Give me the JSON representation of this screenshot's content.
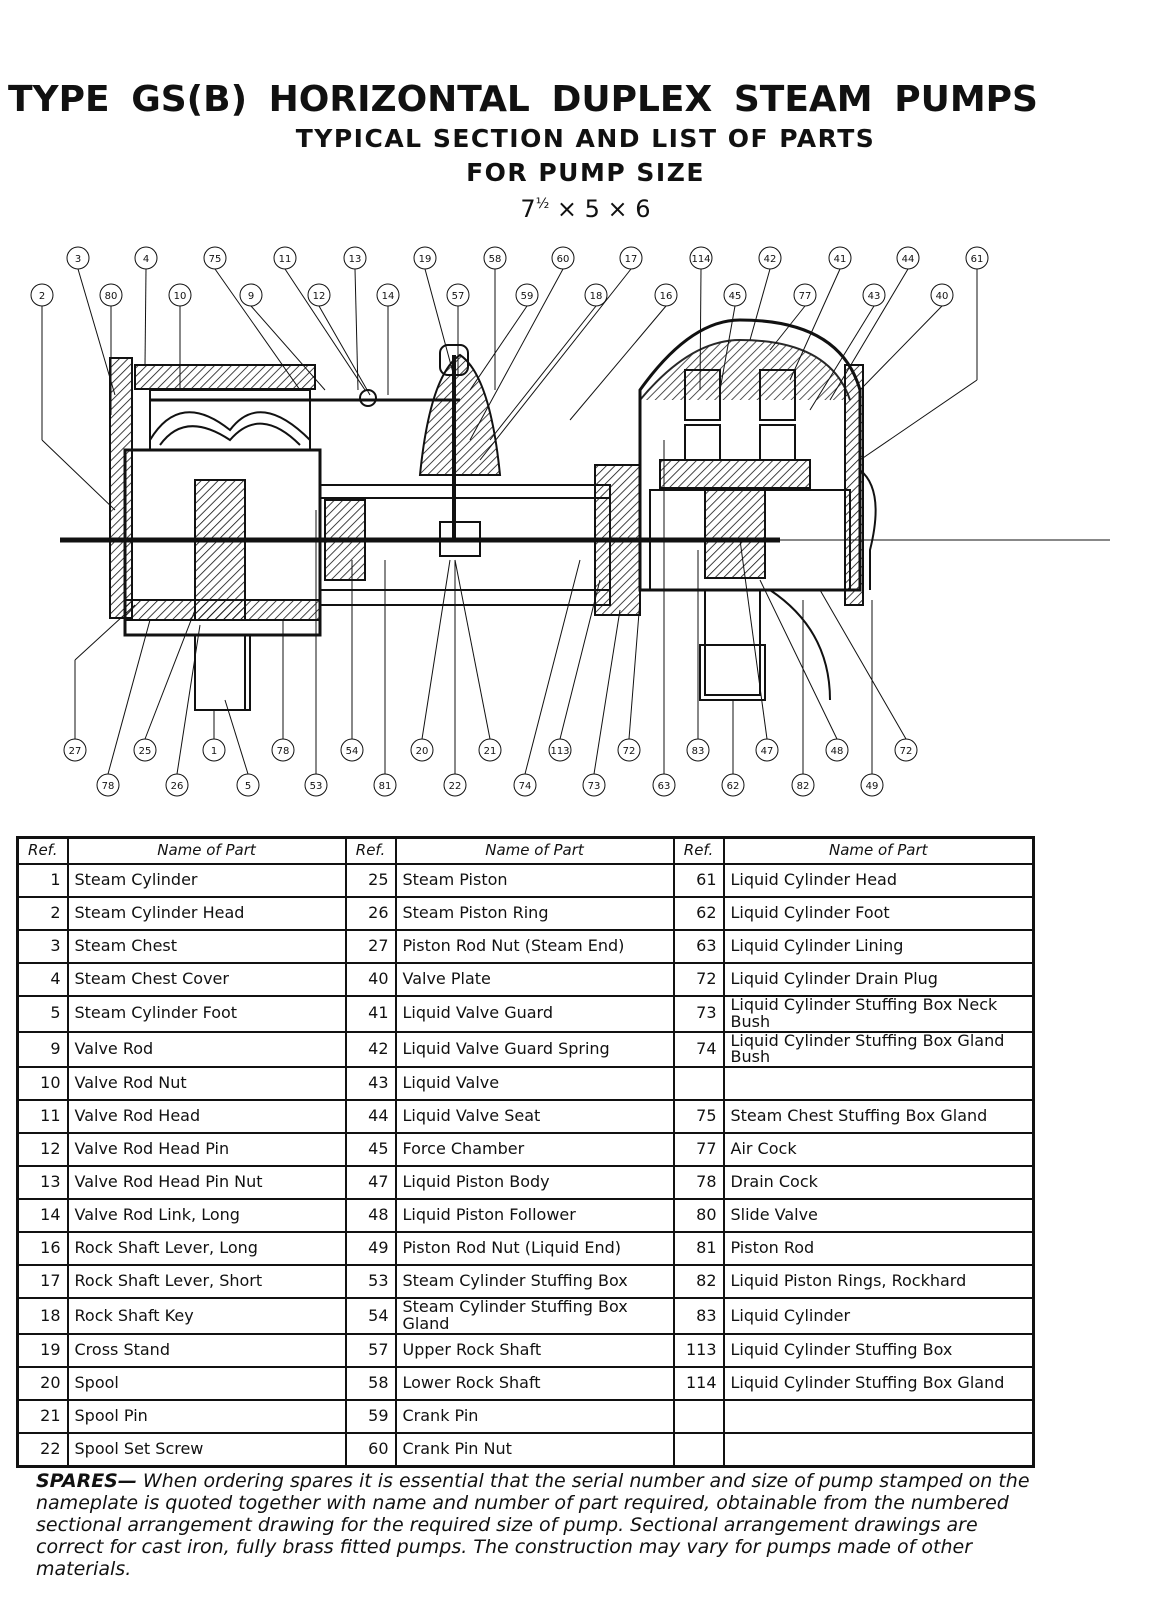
{
  "header": {
    "title_words": [
      "TYPE",
      "GS(B)",
      "HORIZONTAL",
      "DUPLEX",
      "STEAM",
      "PUMPS"
    ],
    "subtitle_1": "TYPICAL SECTION AND LIST OF PARTS",
    "subtitle_2": "FOR PUMP SIZE",
    "size_whole": "7",
    "size_frac": "½",
    "size_rest": " × 5 × 6"
  },
  "drawing": {
    "top_callouts": [
      "3",
      "4",
      "75",
      "11",
      "13",
      "19",
      "58",
      "60",
      "17",
      "114",
      "42",
      "41",
      "44",
      "61"
    ],
    "upper_callouts": [
      "2",
      "80",
      "10",
      "9",
      "12",
      "14",
      "57",
      "59",
      "18",
      "16",
      "45",
      "77",
      "43",
      "40"
    ],
    "lower_callouts": [
      "27",
      "25",
      "1",
      "78",
      "54",
      "20",
      "21",
      "113",
      "72",
      "83",
      "47",
      "48",
      "72"
    ],
    "bottom_callouts": [
      "78",
      "26",
      "5",
      "53",
      "81",
      "22",
      "74",
      "73",
      "63",
      "62",
      "82",
      "49"
    ]
  },
  "table": {
    "headers": {
      "ref": "Ref.",
      "name": "Name of Part"
    },
    "rows": [
      [
        {
          "ref": "1",
          "name": "Steam Cylinder"
        },
        {
          "ref": "25",
          "name": "Steam Piston"
        },
        {
          "ref": "61",
          "name": "Liquid Cylinder Head"
        }
      ],
      [
        {
          "ref": "2",
          "name": "Steam Cylinder Head"
        },
        {
          "ref": "26",
          "name": "Steam Piston Ring"
        },
        {
          "ref": "62",
          "name": "Liquid Cylinder Foot"
        }
      ],
      [
        {
          "ref": "3",
          "name": "Steam Chest"
        },
        {
          "ref": "27",
          "name": "Piston Rod Nut (Steam End)"
        },
        {
          "ref": "63",
          "name": "Liquid Cylinder Lining"
        }
      ],
      [
        {
          "ref": "4",
          "name": "Steam Chest Cover"
        },
        {
          "ref": "40",
          "name": "Valve Plate"
        },
        {
          "ref": "72",
          "name": "Liquid Cylinder Drain Plug"
        }
      ],
      [
        {
          "ref": "5",
          "name": "Steam Cylinder Foot"
        },
        {
          "ref": "41",
          "name": "Liquid Valve Guard"
        },
        {
          "ref": "73",
          "name": "Liquid Cylinder Stuffing Box Neck Bush"
        }
      ],
      [
        {
          "ref": "9",
          "name": "Valve Rod"
        },
        {
          "ref": "42",
          "name": "Liquid Valve Guard Spring"
        },
        {
          "ref": "74",
          "name": "Liquid Cylinder Stuffing Box Gland Bush"
        }
      ],
      [
        {
          "ref": "10",
          "name": "Valve Rod Nut"
        },
        {
          "ref": "43",
          "name": "Liquid Valve"
        },
        {
          "ref": "",
          "name": ""
        }
      ],
      [
        {
          "ref": "11",
          "name": "Valve Rod Head"
        },
        {
          "ref": "44",
          "name": "Liquid Valve Seat"
        },
        {
          "ref": "75",
          "name": "Steam Chest Stuffing Box Gland"
        }
      ],
      [
        {
          "ref": "12",
          "name": "Valve Rod Head Pin"
        },
        {
          "ref": "45",
          "name": "Force Chamber"
        },
        {
          "ref": "77",
          "name": "Air Cock"
        }
      ],
      [
        {
          "ref": "13",
          "name": "Valve Rod Head Pin Nut"
        },
        {
          "ref": "47",
          "name": "Liquid Piston Body"
        },
        {
          "ref": "78",
          "name": "Drain Cock"
        }
      ],
      [
        {
          "ref": "14",
          "name": "Valve Rod Link, Long"
        },
        {
          "ref": "48",
          "name": "Liquid Piston Follower"
        },
        {
          "ref": "80",
          "name": "Slide Valve"
        }
      ],
      [
        {
          "ref": "16",
          "name": "Rock Shaft Lever, Long"
        },
        {
          "ref": "49",
          "name": "Piston Rod Nut (Liquid End)"
        },
        {
          "ref": "81",
          "name": "Piston Rod"
        }
      ],
      [
        {
          "ref": "17",
          "name": "Rock Shaft Lever, Short"
        },
        {
          "ref": "53",
          "name": "Steam Cylinder Stuffing Box"
        },
        {
          "ref": "82",
          "name": "Liquid Piston Rings, Rockhard"
        }
      ],
      [
        {
          "ref": "18",
          "name": "Rock Shaft Key"
        },
        {
          "ref": "54",
          "name": "Steam Cylinder Stuffing Box Gland"
        },
        {
          "ref": "83",
          "name": "Liquid Cylinder"
        }
      ],
      [
        {
          "ref": "19",
          "name": "Cross Stand"
        },
        {
          "ref": "57",
          "name": "Upper Rock Shaft"
        },
        {
          "ref": "113",
          "name": "Liquid Cylinder Stuffing Box"
        }
      ],
      [
        {
          "ref": "20",
          "name": "Spool"
        },
        {
          "ref": "58",
          "name": "Lower Rock Shaft"
        },
        {
          "ref": "114",
          "name": "Liquid Cylinder Stuffing Box Gland"
        }
      ],
      [
        {
          "ref": "21",
          "name": "Spool Pin"
        },
        {
          "ref": "59",
          "name": "Crank Pin"
        },
        {
          "ref": "",
          "name": ""
        }
      ],
      [
        {
          "ref": "22",
          "name": "Spool Set Screw"
        },
        {
          "ref": "60",
          "name": "Crank Pin Nut"
        },
        {
          "ref": "",
          "name": ""
        }
      ]
    ]
  },
  "spares": {
    "lead": "SPARES—",
    "text": "When ordering spares it is essential that the serial number and size of pump stamped on the nameplate is quoted together with name and number of part required, obtainable from the numbered sectional arrangement drawing for the required size of pump. Sectional arrangement drawings are correct for cast iron, fully brass fitted pumps. The construction may vary for pumps made of other materials."
  }
}
